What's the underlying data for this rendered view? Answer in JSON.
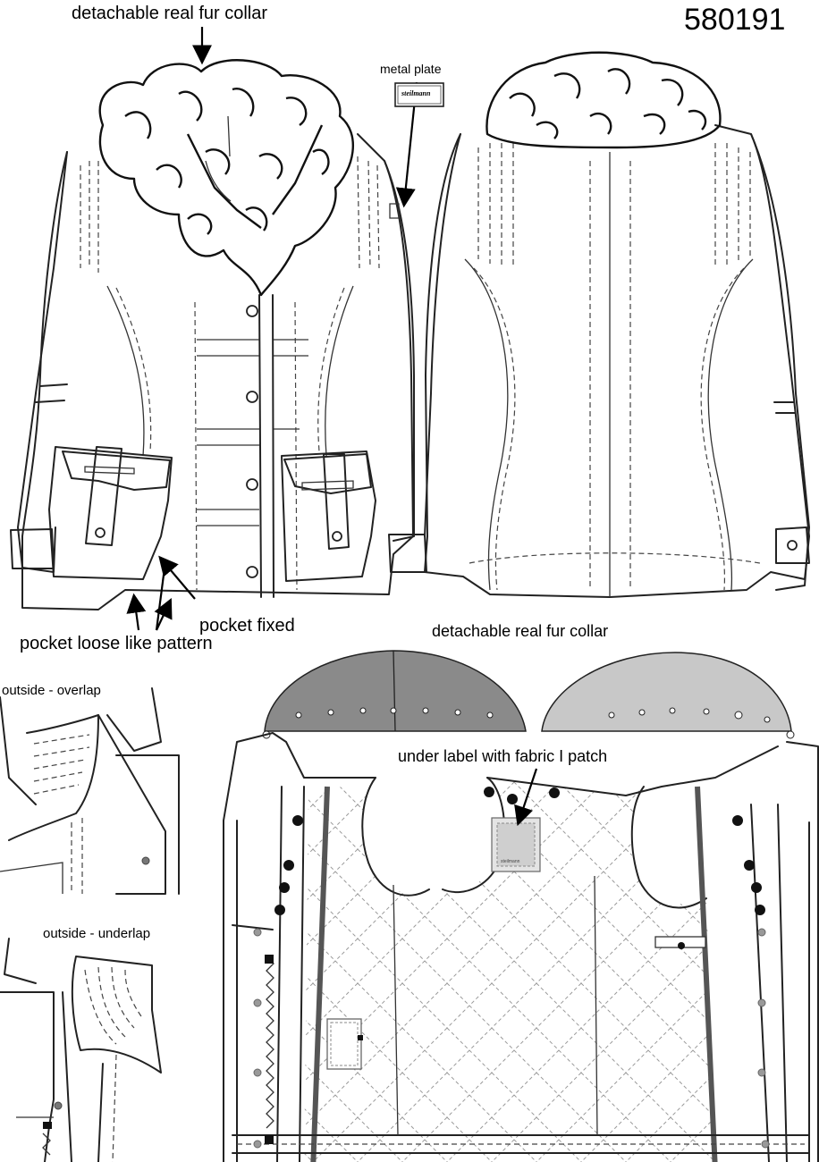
{
  "style_number": "580191",
  "labels": {
    "fur_collar_top": "detachable real fur collar",
    "metal_plate": "metal plate",
    "metal_plate_brand": "steilmann",
    "pocket_fixed": "pocket fixed",
    "pocket_loose": "pocket loose like pattern",
    "fur_collar_detail": "detachable real fur collar",
    "outside_overlap": "outside - overlap",
    "outside_underlap": "outside - underlap",
    "under_label": "under label with fabric I patch",
    "inner_label_brand": "steilmann"
  },
  "colors": {
    "collar_dark": "#8a8a8a",
    "collar_light": "#c8c8c8",
    "zip_tape": "#555555",
    "label_patch": "#cfcfcf"
  }
}
